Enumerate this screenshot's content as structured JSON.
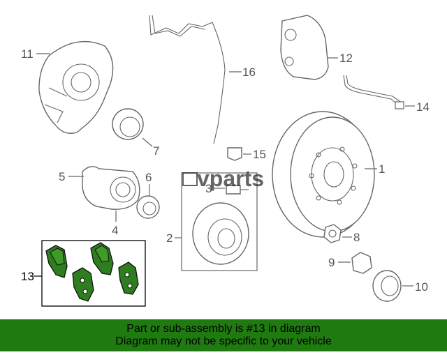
{
  "diagram": {
    "logo_text": "vparts",
    "callouts": [
      "1",
      "2",
      "3",
      "4",
      "5",
      "6",
      "7",
      "8",
      "9",
      "10",
      "11",
      "12",
      "13",
      "14",
      "15",
      "16"
    ],
    "highlighted_part": "13"
  },
  "banner": {
    "line1": "Part or sub-assembly is #13 in diagram",
    "line2": "Diagram may not be specific to your vehicle"
  },
  "colors": {
    "highlight": "#2e7d1f",
    "banner_bg": "#1f7a10",
    "line": "#666666"
  }
}
